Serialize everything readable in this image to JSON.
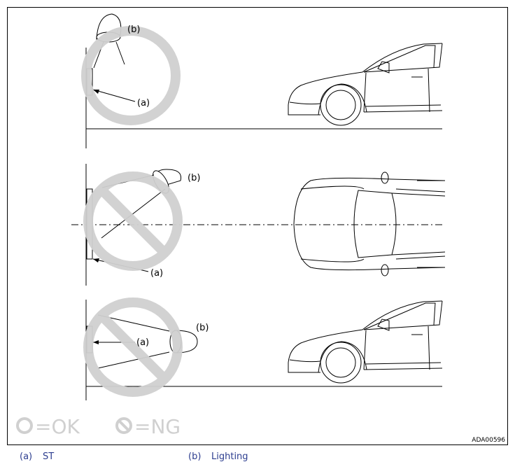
{
  "diagram": {
    "label_a": "(a)",
    "label_b": "(b)",
    "code": "ADA00596",
    "ok_text": "=OK",
    "ng_text": "=NG"
  },
  "legend": [
    {
      "key": "(a)",
      "value": "ST"
    },
    {
      "key": "(b)",
      "value": "Lighting"
    }
  ],
  "colors": {
    "prohibit_gray": "#d0d0d0",
    "legend_text": "#2c3d8f",
    "line": "#000000"
  }
}
